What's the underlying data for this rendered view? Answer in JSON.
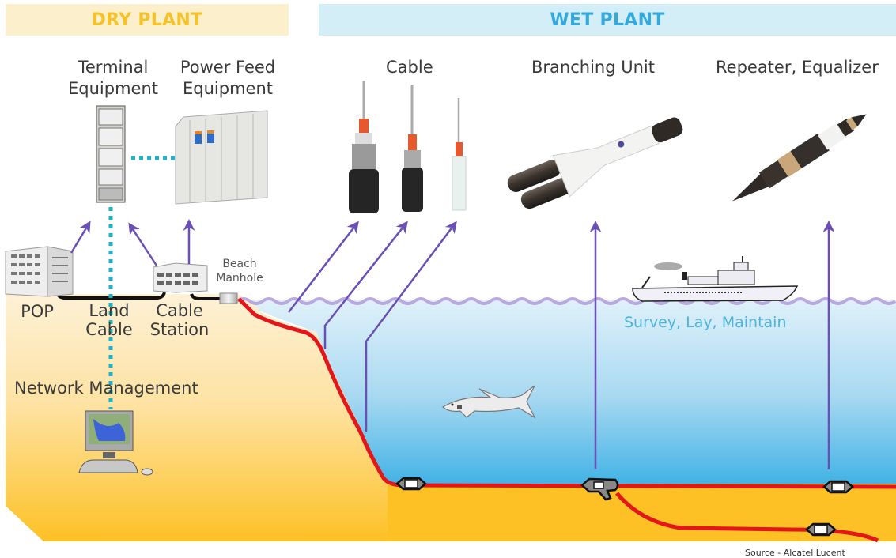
{
  "sections": {
    "dry_plant": "DRY PLANT",
    "wet_plant": "WET PLANT"
  },
  "dry_components": {
    "terminal_equipment": [
      "Terminal",
      "Equipment"
    ],
    "power_feed_equipment": [
      "Power Feed",
      "Equipment"
    ],
    "pop": "POP",
    "land_cable": [
      "Land",
      "Cable"
    ],
    "cable_station": [
      "Cable",
      "Station"
    ],
    "beach_manhole": [
      "Beach",
      "Manhole"
    ],
    "network_management": "Network Management"
  },
  "wet_components": {
    "cable": "Cable",
    "branching_unit": "Branching Unit",
    "repeater_equalizer": "Repeater, Equalizer",
    "survey_lay_maintain": "Survey, Lay, Maintain"
  },
  "colors": {
    "dry_banner_bg": "#fcefcb",
    "dry_banner_text": "#f6c22c",
    "wet_banner_bg": "#d4eef8",
    "wet_banner_text": "#36a9dc",
    "submarine_cable": "#e3161b",
    "arrows": "#6a4fb5",
    "connection_dots": "#1fb3c9",
    "seabed": "#fcc324",
    "sea_surface": "#bba8e0"
  },
  "source": "Source - Alcatel Lucent"
}
